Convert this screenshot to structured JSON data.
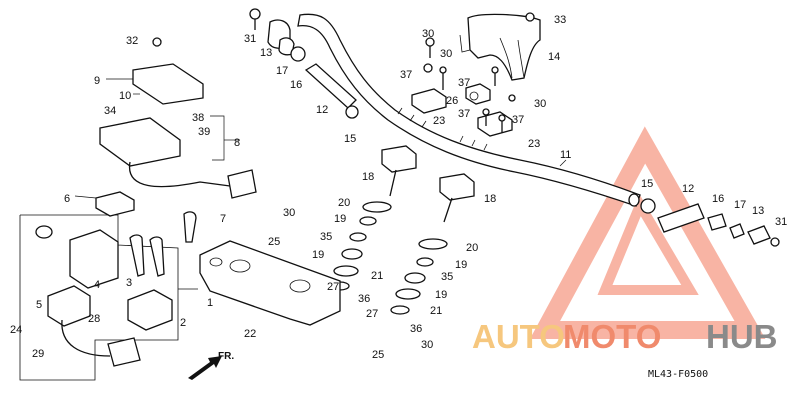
{
  "diagram": {
    "code": "ML43-F0500",
    "direction_label": "FR.",
    "watermark": {
      "part1": "AUTO",
      "part2": "MOTO",
      "part3": "HUB"
    },
    "callouts": [
      "1",
      "2",
      "3",
      "4",
      "5",
      "6",
      "7",
      "8",
      "9",
      "10",
      "11",
      "12",
      "12",
      "13",
      "13",
      "14",
      "15",
      "15",
      "16",
      "16",
      "17",
      "17",
      "18",
      "18",
      "19",
      "19",
      "19",
      "19",
      "20",
      "20",
      "21",
      "21",
      "22",
      "23",
      "23",
      "24",
      "25",
      "25",
      "26",
      "27",
      "27",
      "28",
      "29",
      "30",
      "30",
      "30",
      "30",
      "30",
      "31",
      "31",
      "32",
      "33",
      "34",
      "35",
      "35",
      "36",
      "36",
      "37",
      "37",
      "37",
      "37",
      "38",
      "39"
    ]
  }
}
